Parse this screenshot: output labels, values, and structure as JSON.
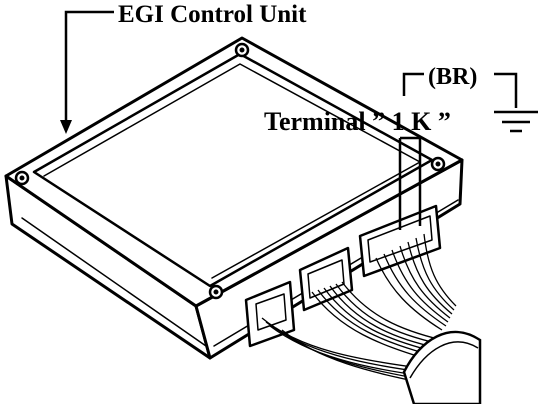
{
  "labels": {
    "unit": "EGI Control Unit",
    "wire_color": "(BR)",
    "terminal": "Terminal ” 1 K ”"
  },
  "icons": {
    "ground": "ground-symbol-icon"
  }
}
